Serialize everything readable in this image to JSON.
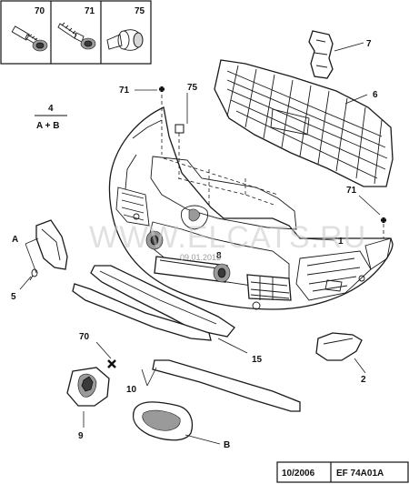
{
  "legend": {
    "boxes": [
      {
        "ref": "70",
        "icon": "screw-icon"
      },
      {
        "ref": "71",
        "icon": "tapping-screw-icon"
      },
      {
        "ref": "75",
        "icon": "push-clip-icon"
      }
    ]
  },
  "callouts": {
    "c1": "1",
    "c2": "2",
    "c4_top": "4",
    "c4_bottom": "A + B",
    "c5": "5",
    "c6": "6",
    "c7": "7",
    "c8": "8",
    "c9": "9",
    "c10": "10",
    "c15": "15",
    "c70": "70",
    "c71_left": "71",
    "c71_right": "71",
    "c75": "75",
    "cA": "A",
    "cB": "B"
  },
  "watermark": {
    "site": "WWW.ELCATS.RU",
    "date": "09.01.2013"
  },
  "footer": {
    "date": "10/2006",
    "code": "EF 74A01A"
  }
}
